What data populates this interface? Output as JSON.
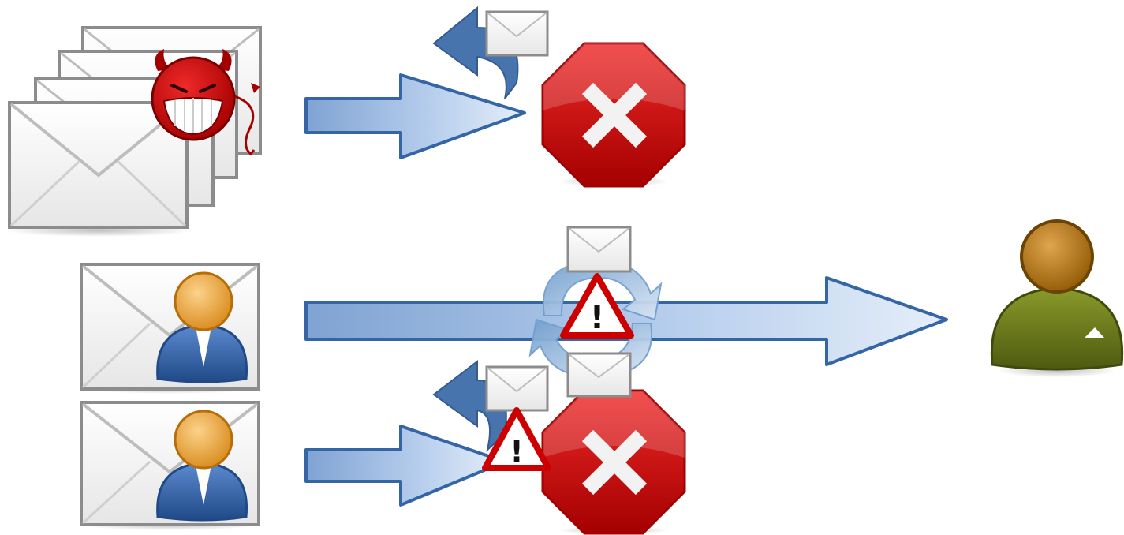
{
  "diagram": {
    "rows": [
      {
        "sender": "spam-bulk-envelopes",
        "flow": "rejected",
        "outcome": "stop-sign",
        "bounce_envelope": true
      },
      {
        "sender": "legitimate-sender-envelope",
        "flow": "greylisted-retry-delivered",
        "outcome": "recipient",
        "warning": "!"
      },
      {
        "sender": "legitimate-sender-envelope",
        "flow": "temporarily-rejected",
        "outcome": "stop-sign",
        "warning": "!",
        "bounce_envelope": true
      }
    ],
    "colors": {
      "arrow_blue": "#3465a4",
      "arrow_light": "#b4cdec",
      "stop_red": "#cc0000",
      "stop_dark": "#a40000",
      "warning_red": "#cc0000",
      "devil_red": "#cc0000",
      "person_orange": "#e9a23b",
      "person_blue": "#3465a4",
      "recipient_brown": "#a9701c",
      "recipient_green": "#6b7a1a",
      "envelope_gray": "#8c8c8c"
    },
    "icons": {
      "spam": "devil-icon",
      "sender": "person-icon",
      "recipient": "recipient-person-icon",
      "reject": "stop-sign-icon",
      "warning": "warning-icon",
      "retry": "refresh-icon",
      "return": "return-arrow-icon",
      "mail": "envelope-icon"
    }
  }
}
